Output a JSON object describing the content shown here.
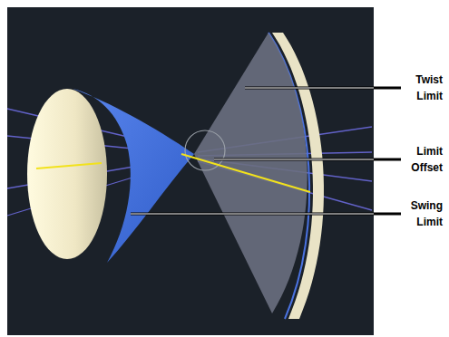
{
  "diagram": {
    "labels": [
      "Twist Limit",
      "Limit Offset",
      "Swing Limit"
    ]
  }
}
